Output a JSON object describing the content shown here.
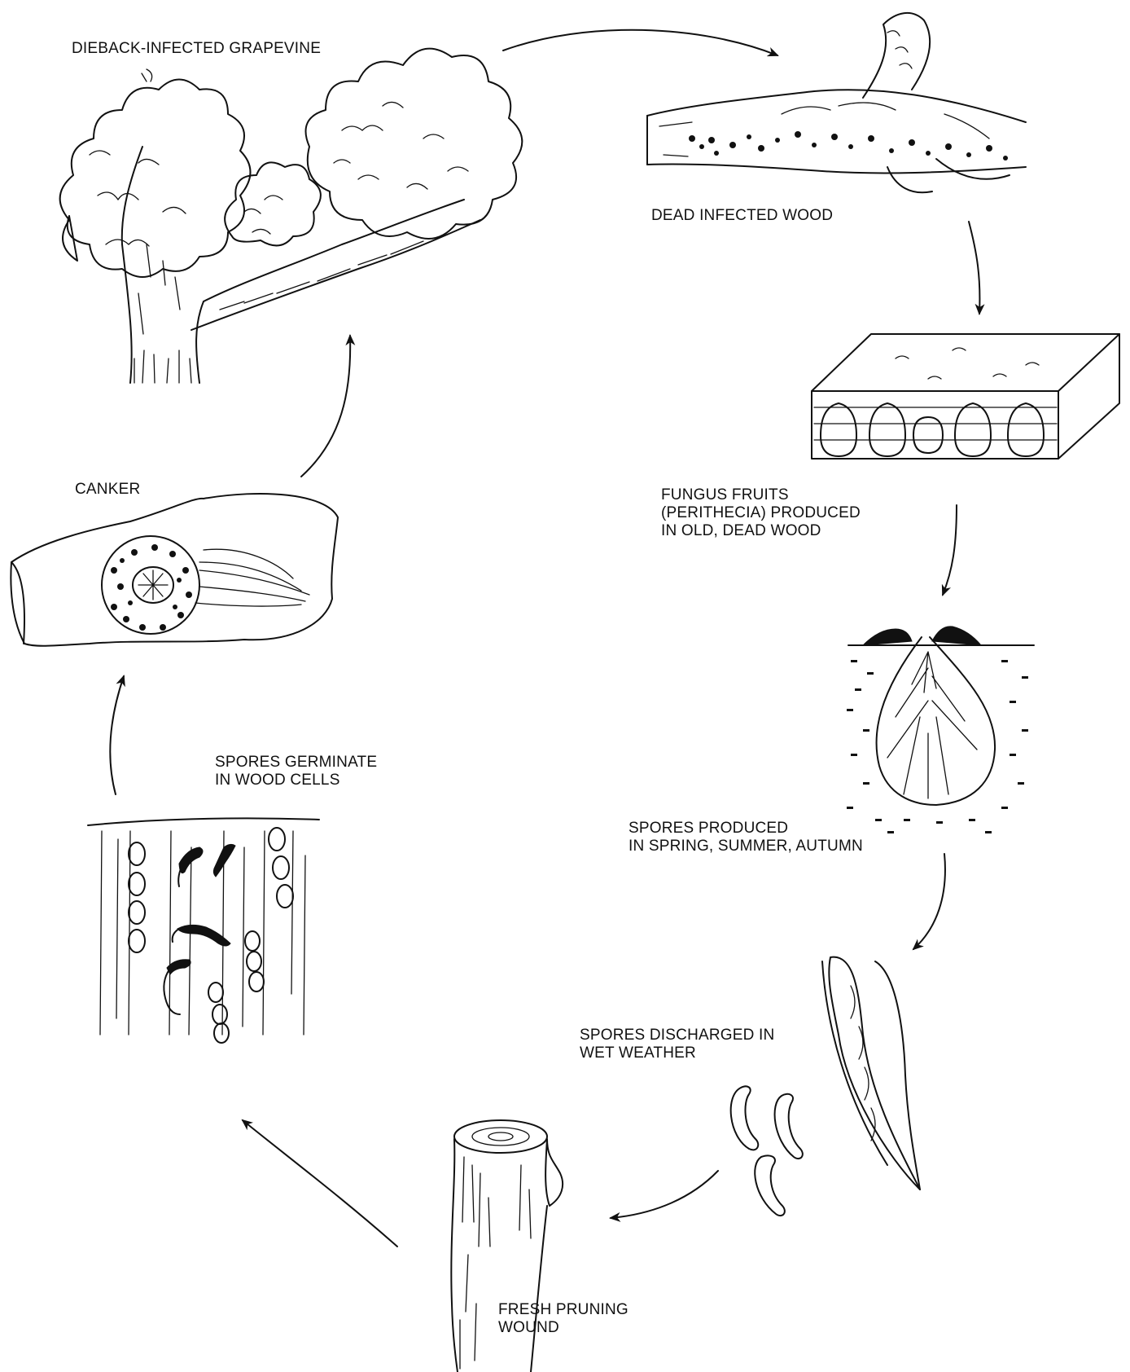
{
  "stages": [
    {
      "id": "grapevine",
      "lines": [
        "DIEBACK-INFECTED GRAPEVINE"
      ]
    },
    {
      "id": "dead-wood",
      "lines": [
        "DEAD INFECTED WOOD"
      ]
    },
    {
      "id": "fungus-fruits",
      "lines": [
        "FUNGUS FRUITS",
        "(PERITHECIA) PRODUCED",
        "IN OLD, DEAD WOOD"
      ]
    },
    {
      "id": "spores-produced",
      "lines": [
        "SPORES PRODUCED",
        "IN SPRING, SUMMER, AUTUMN"
      ]
    },
    {
      "id": "spores-discharged",
      "lines": [
        "SPORES DISCHARGED IN",
        "WET WEATHER"
      ]
    },
    {
      "id": "pruning-wound",
      "lines": [
        "FRESH PRUNING",
        "WOUND"
      ]
    },
    {
      "id": "spores-germinate",
      "lines": [
        "SPORES GERMINATE",
        "IN WOOD CELLS"
      ]
    },
    {
      "id": "canker",
      "lines": [
        "CANKER"
      ]
    }
  ],
  "colors": {
    "ink": "#111111",
    "background": "#ffffff"
  },
  "illustrations": [
    "grapevine-illustration",
    "dead-wood-illustration",
    "perithecia-block-illustration",
    "perithecium-section-illustration",
    "ascus-spores-illustration",
    "pruned-cane-illustration",
    "wood-cells-illustration",
    "canker-illustration"
  ]
}
